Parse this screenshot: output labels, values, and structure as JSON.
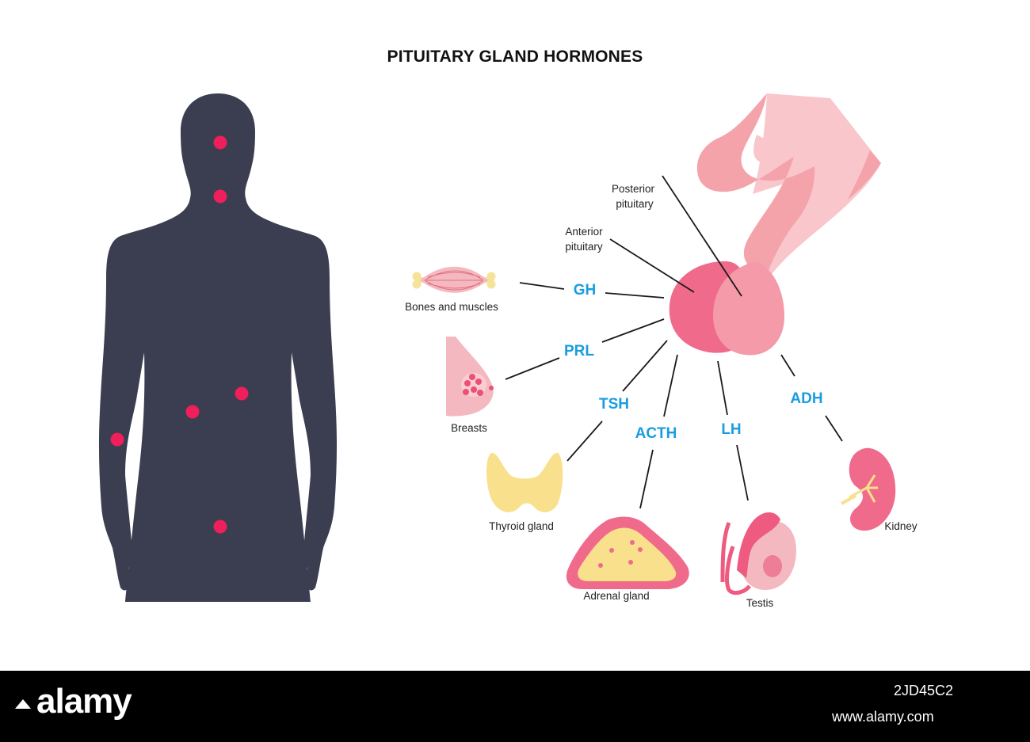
{
  "title": "PITUITARY GLAND HORMONES",
  "colors": {
    "silhouette": "#3b3d51",
    "marker": "#ee1f5a",
    "hormone_text": "#1a9de0",
    "gland_anterior": "#f06b8b",
    "gland_posterior": "#f49aa8",
    "stalk_light": "#f9c6cc",
    "stalk_dark": "#f5a3ab"
  },
  "gland_labels": {
    "posterior": "Posterior pituitary",
    "posterior_line1": "Posterior",
    "posterior_line2": "pituitary",
    "anterior_line1": "Anterior",
    "anterior_line2": "pituitary"
  },
  "hormones": {
    "gh": "GH",
    "prl": "PRL",
    "tsh": "TSH",
    "acth": "ACTH",
    "lh": "LH",
    "adh": "ADH"
  },
  "organs": {
    "bones": "Bones and muscles",
    "breasts": "Breasts",
    "thyroid": "Thyroid gland",
    "adrenal": "Adrenal gland",
    "testis": "Testis",
    "kidney": "Kidney"
  },
  "footer": {
    "brand": "alamy",
    "image_id": "2JD45C2",
    "credit": "www.alamy.com"
  }
}
